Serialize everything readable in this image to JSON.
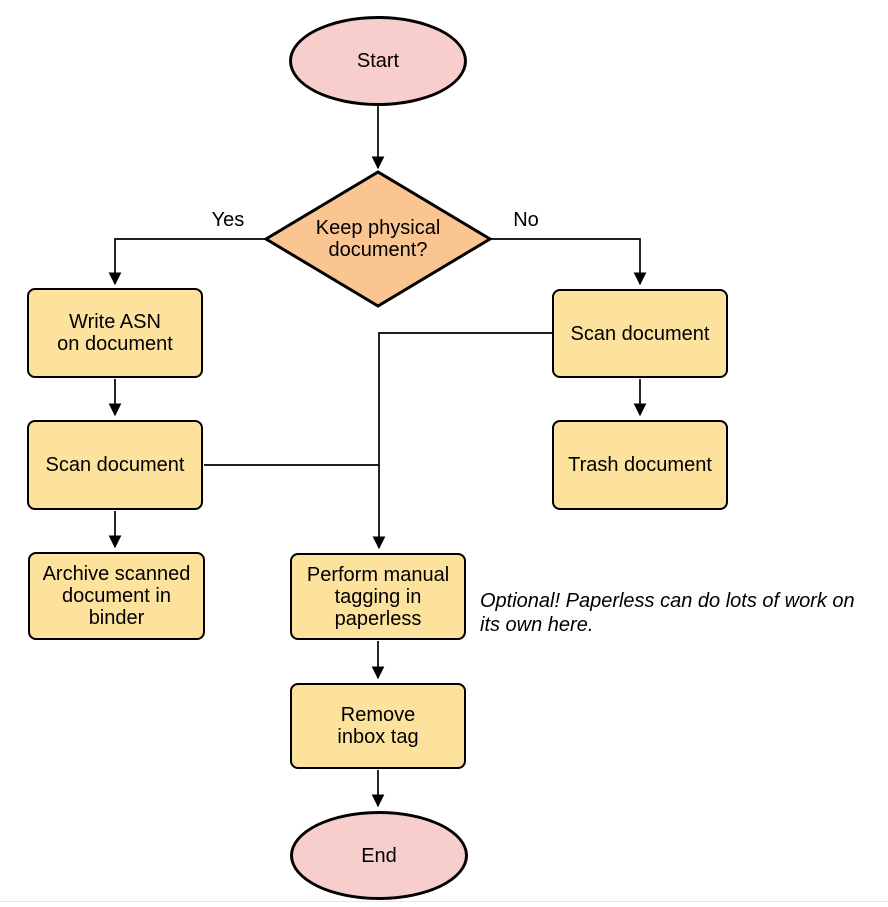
{
  "colors": {
    "terminal_fill": "#F8CECC",
    "process_fill": "#FCE29C",
    "decision_fill": "#FBC592",
    "stroke": "#000000",
    "divider": "#E7E9EB"
  },
  "nodes": {
    "start": {
      "type": "terminal",
      "label": "Start"
    },
    "decision": {
      "type": "decision",
      "label": "Keep physical\ndocument?"
    },
    "write_asn": {
      "type": "process",
      "label": "Write ASN\non document"
    },
    "scan_left": {
      "type": "process",
      "label": "Scan document"
    },
    "archive": {
      "type": "process",
      "label": "Archive scanned\ndocument in\nbinder"
    },
    "scan_right": {
      "type": "process",
      "label": "Scan document"
    },
    "trash": {
      "type": "process",
      "label": "Trash document"
    },
    "tagging": {
      "type": "process",
      "label": "Perform manual\ntagging in\npaperless"
    },
    "remove_inbox": {
      "type": "process",
      "label": "Remove\ninbox tag"
    },
    "end": {
      "type": "terminal",
      "label": "End"
    }
  },
  "edge_labels": {
    "yes": "Yes",
    "no": "No"
  },
  "edges": [
    {
      "from": "start",
      "to": "decision"
    },
    {
      "from": "decision",
      "to": "write_asn",
      "label": "Yes"
    },
    {
      "from": "decision",
      "to": "scan_right",
      "label": "No"
    },
    {
      "from": "write_asn",
      "to": "scan_left"
    },
    {
      "from": "scan_left",
      "to": "archive"
    },
    {
      "from": "scan_left",
      "to": "tagging"
    },
    {
      "from": "scan_right",
      "to": "trash"
    },
    {
      "from": "scan_right",
      "to": "tagging"
    },
    {
      "from": "tagging",
      "to": "remove_inbox"
    },
    {
      "from": "remove_inbox",
      "to": "end"
    }
  ],
  "annotation": {
    "text": "Optional! Paperless can do lots of work on\nits own here."
  }
}
